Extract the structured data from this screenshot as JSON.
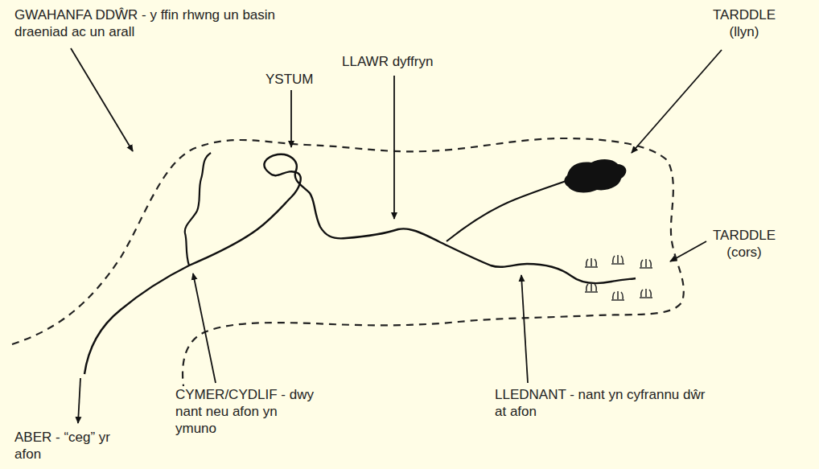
{
  "diagram": {
    "labels": [
      "GWAHANFA DDŴR - y ffin rhwng un basin draeniad ac un arall",
      "YSTUM",
      "LLAWR dyffryn",
      "TARDDLE (llyn)",
      "TARDDLE (cors)",
      "ABER - “ceg” yr afon",
      "CYMER/CYDLIF - dwy nant neu afon yn ymuno",
      "LLEDNANT - nant yn cyfrannu dŵr at afon"
    ]
  }
}
